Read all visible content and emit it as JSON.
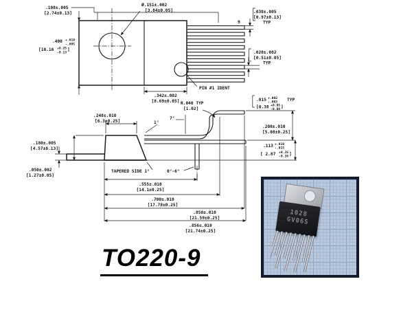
{
  "title": "TO220-9",
  "front": {
    "pin9": "9",
    "pin1": "PIN #1 IDENT",
    "pitch": {
      "in": ".108±.005",
      "mm": "[2.74±0.13]"
    },
    "hole": {
      "in": "Ø.151±.002",
      "mm": "[3.84±0.05]"
    },
    "lead_width": {
      "in": ".038±.005",
      "mm": "[0.97±0.13]",
      "typ": "TYP"
    },
    "lead_thick": {
      "in": ".020±.002",
      "mm": "[0.51±0.05]",
      "typ": "TYP"
    },
    "body_height": {
      "in": ".400",
      "plus": "+.010",
      "minus": "-.005",
      "mm": "[10.16",
      "mm_plus": "+0.25",
      "mm_minus": "-0.13",
      "mm_close": "]"
    },
    "tab_width": {
      "in": ".342±.002",
      "mm": "[8.69±0.05]"
    }
  },
  "side": {
    "top_width": {
      "in": ".248±.010",
      "mm": "[6.3±0.25]"
    },
    "bend_radius": {
      "in": "R.040 TYP",
      "mm": "[1.02]"
    },
    "lead_thick": {
      "in": ".015",
      "plus": "+.002",
      "minus": "-.003",
      "typ": "TYP",
      "mm": "[0.38",
      "mm_plus": "+0.05",
      "mm_minus": "-0.08",
      "mm_close": "]"
    },
    "row_offset": {
      "in": ".200±.010",
      "mm": "[5.08±0.25]"
    },
    "standoff": {
      "in": ".113",
      "plus": "+.010",
      "minus": "-.015",
      "mm": "[ 2.87",
      "mm_plus": "+0.25",
      "mm_minus": "-0.38",
      "mm_close": "]"
    },
    "body_thick": {
      "in": ".180±.005",
      "mm": "[4.57±0.13]"
    },
    "tab_thick": {
      "in": ".050±.002",
      "mm": "[1.27±0.05]"
    },
    "length_to_bend1": {
      "in": ".555±.010",
      "mm": "[14.1±0.25]"
    },
    "length_to_bend2": {
      "in": ".700±.010",
      "mm": "[17.78±0.25]"
    },
    "length_row1": {
      "in": ".850±.010",
      "mm": "[21.59±0.25]"
    },
    "length_row2": {
      "in": ".856±.010",
      "mm": "[21.74±0.25]"
    },
    "taper_note": "TAPERED SIDE 1°",
    "lead_angle": "0°-6°",
    "angle_left": "1°",
    "angle_right": "7°"
  },
  "photo": {
    "marking_line1": "1028",
    "marking_line2": "GV06S",
    "colors": {
      "frame": "#141b2d",
      "paper": "#bac8db",
      "grid_minor": "#a3b8d0",
      "grid_major": "#8aa3c2",
      "body": "#1a1b1f",
      "tab": "#c2c4c9",
      "leads": "#d7d9dd"
    }
  },
  "drawing_colors": {
    "ink": "#1a1a1a",
    "lead_shade_1": "#a2a2a2",
    "lead_shade_2": "#6f6f6f"
  }
}
